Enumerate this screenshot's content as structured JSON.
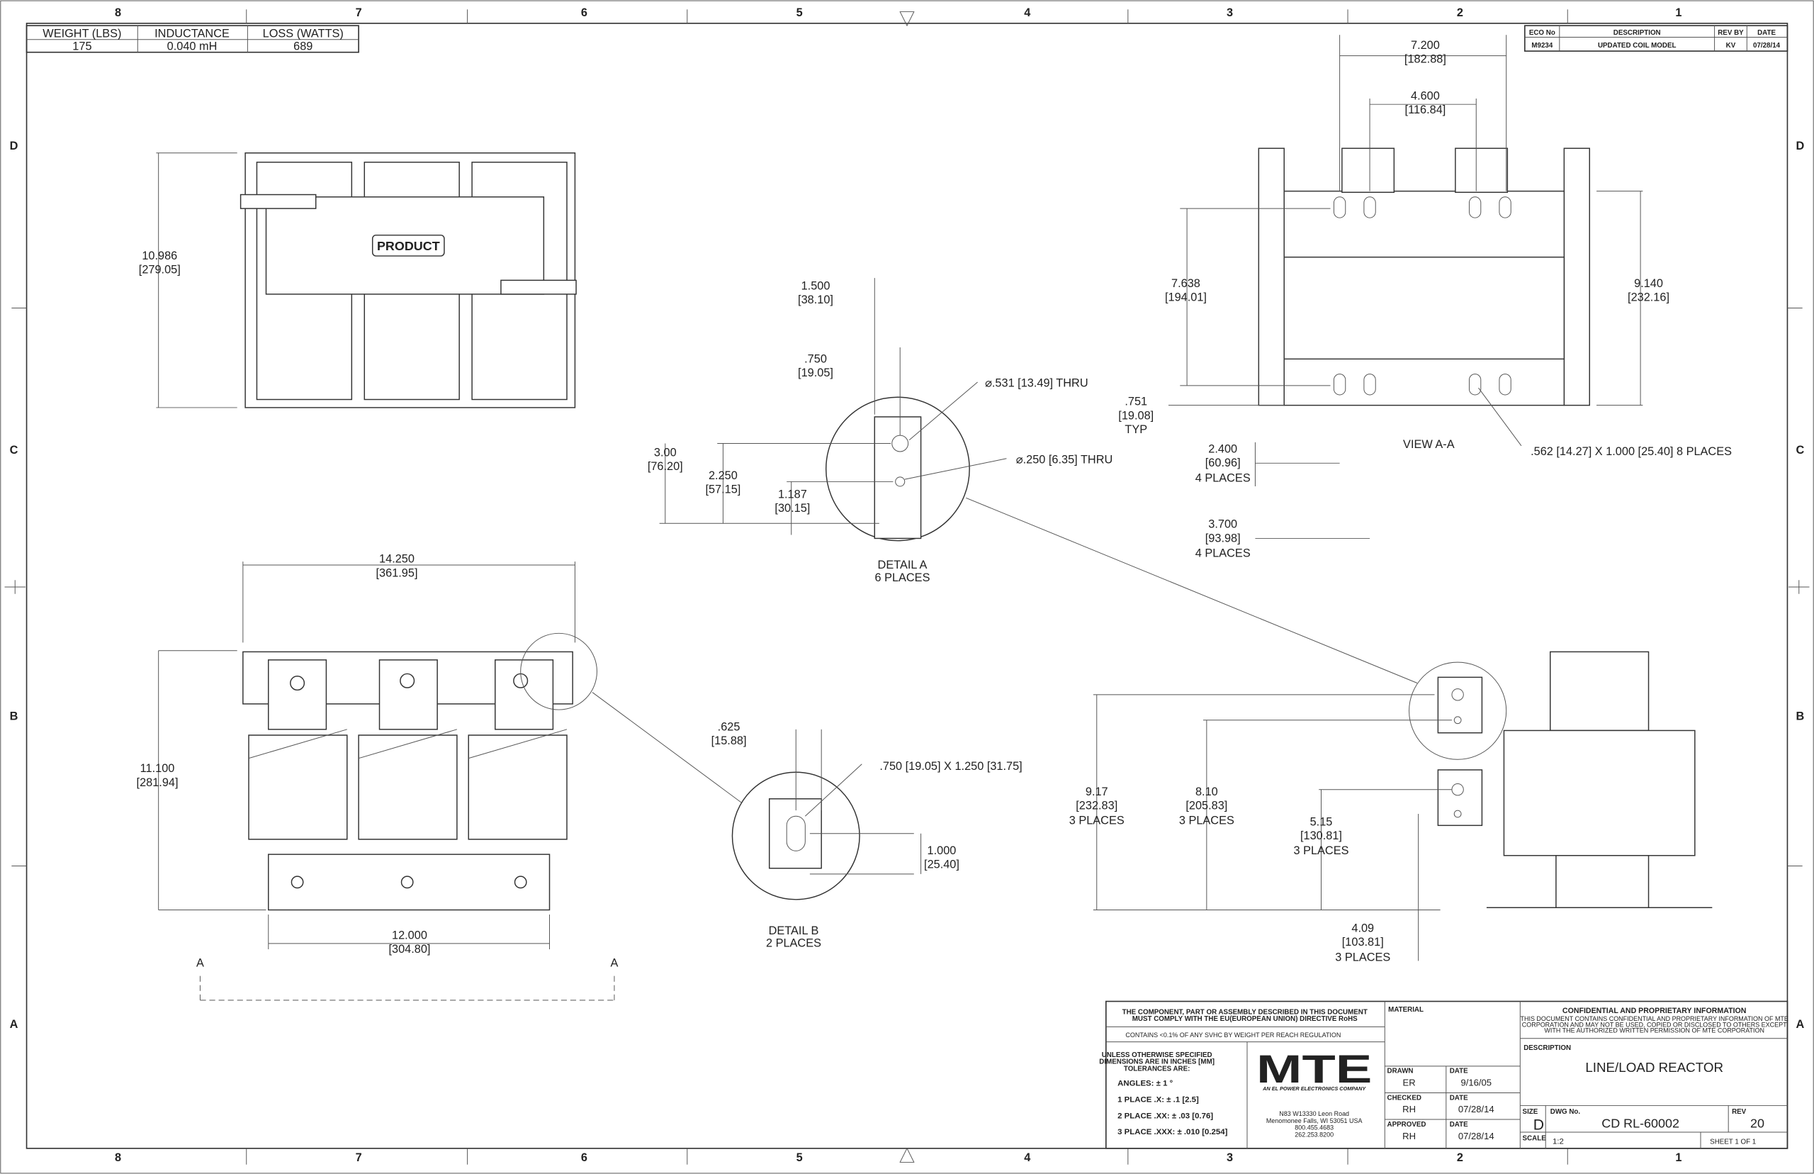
{
  "zones_top": [
    "8",
    "7",
    "6",
    "5",
    "4",
    "3",
    "2",
    "1"
  ],
  "zones_side": [
    "D",
    "C",
    "B",
    "A"
  ],
  "spec_table": {
    "headers": [
      "WEIGHT (LBS)",
      "INDUCTANCE",
      "LOSS (WATTS)"
    ],
    "values": [
      "175",
      "0.040 mH",
      "689"
    ]
  },
  "revision": {
    "headers": [
      "ECO No",
      "DESCRIPTION",
      "REV BY",
      "DATE"
    ],
    "row": [
      "M9234",
      "UPDATED COIL MODEL",
      "KV",
      "07/28/14"
    ]
  },
  "product_label": "PRODUCT",
  "dims": {
    "d1": [
      "10.986",
      "[279.05]"
    ],
    "d2": [
      "1.500",
      "[38.10]"
    ],
    "d3": [
      ".750",
      "[19.05]"
    ],
    "d4": [
      "3.00",
      "[76.20]"
    ],
    "d5": [
      "2.250",
      "[57.15]"
    ],
    "d6": [
      "1.187",
      "[30.15]"
    ],
    "d7": "⌀.531 [13.49] THRU",
    "d8": "⌀.250 [6.35] THRU",
    "d9": [
      "7.200",
      "[182.88]"
    ],
    "d10": [
      "4.600",
      "[116.84]"
    ],
    "d11": [
      "7.638",
      "[194.01]"
    ],
    "d12": [
      "9.140",
      "[232.16]"
    ],
    "d13": [
      ".751",
      "[19.08]",
      "TYP"
    ],
    "d14": ".562 [14.27] X 1.000 [25.40] 8 PLACES",
    "d15": [
      "2.400",
      "[60.96]",
      "4 PLACES"
    ],
    "d16": [
      "3.700",
      "[93.98]",
      "4 PLACES"
    ],
    "d17": [
      "14.250",
      "[361.95]"
    ],
    "d18": [
      "11.100",
      "[281.94]"
    ],
    "d19": [
      ".625",
      "[15.88]"
    ],
    "d20": ".750 [19.05] X 1.250 [31.75]",
    "d21": [
      "1.000",
      "[25.40]"
    ],
    "d22": [
      "12.000",
      "[304.80]"
    ],
    "d23": [
      "9.17",
      "[232.83]",
      "3 PLACES"
    ],
    "d24": [
      "8.10",
      "[205.83]",
      "3 PLACES"
    ],
    "d25": [
      "5.15",
      "[130.81]",
      "3 PLACES"
    ],
    "d26": [
      "4.09",
      "[103.81]",
      "3 PLACES"
    ]
  },
  "labels": {
    "detail_a": [
      "DETAIL A",
      "6 PLACES"
    ],
    "detail_b": [
      "DETAIL B",
      "2 PLACES"
    ],
    "view_aa": "VIEW A-A",
    "section_a": "A"
  },
  "title_block": {
    "rohs": [
      "THE COMPONENT, PART OR ASSEMBLY DESCRIBED IN THIS DOCUMENT",
      "MUST COMPLY WITH THE EU(EUROPEAN UNION) DIRECTIVE RoHS"
    ],
    "reach": "CONTAINS <0.1% OF ANY SVHC BY WEIGHT PER REACH REGULATION",
    "tol_header": [
      "UNLESS OTHERWISE SPECIFIED",
      "DIMENSIONS ARE IN INCHES [MM]",
      "TOLERANCES ARE:"
    ],
    "tolerances": [
      "ANGLES: ± 1 °",
      "1 PLACE .X: ± .1 [2.5]",
      "2 PLACE .XX: ± .03 [0.76]",
      "3 PLACE .XXX: ± .010 [0.254]"
    ],
    "logo": "MTE",
    "logo_sub": "AN EL POWER ELECTRONICS COMPANY",
    "address": [
      "N83 W13330 Leon Road",
      "Menomonee Falls, WI 53051 USA",
      "800.455.4683",
      "262.253.8200"
    ],
    "material_label": "MATERIAL",
    "drawn_label": "DRAWN",
    "drawn": "ER",
    "drawn_date": "9/16/05",
    "checked_label": "CHECKED",
    "checked": "RH",
    "checked_date": "07/28/14",
    "approved_label": "APPROVED",
    "approved": "RH",
    "approved_date": "07/28/14",
    "date_label": "DATE",
    "conf_title": "CONFIDENTIAL AND PROPRIETARY INFORMATION",
    "conf_text": [
      "THIS DOCUMENT CONTAINS CONFIDENTIAL AND PROPRIETARY INFORMATION OF MTE",
      "CORPORATION AND MAY NOT BE USED, COPIED OR DISCLOSED TO OTHERS EXCEPT",
      "WITH THE AUTHORIZED WRITTEN PERMISSION OF MTE CORPORATION"
    ],
    "description_label": "DESCRIPTION",
    "description": "LINE/LOAD REACTOR",
    "size_label": "SIZE",
    "size": "D",
    "dwg_label": "DWG No.",
    "dwg_no": "CD RL-60002",
    "rev_label": "REV",
    "rev": "20",
    "scale_label": "SCALE",
    "scale": "1:2",
    "sheet": "SHEET 1  OF 1"
  }
}
